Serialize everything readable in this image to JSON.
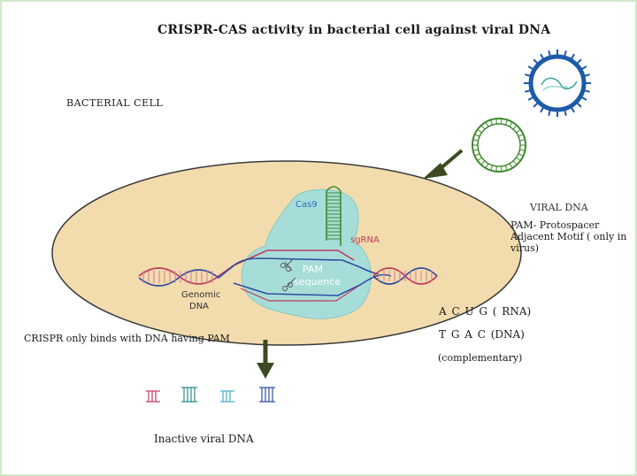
{
  "title": "CRISPR-CAS activity in bacterial cell against viral DNA",
  "labels": {
    "bacterial_cell": "BACTERIAL CELL",
    "viral_dna": "VIRAL DNA",
    "pam_definition": "PAM- Protospacer\nAdjacent Motif ( only in\nvirus)",
    "cas9": "Cas9",
    "sgrna": "sgRNA",
    "pam_sequence_line1": "PAM",
    "pam_sequence_line2": "sequence",
    "genomic_dna_line1": "Genomic",
    "genomic_dna_line2": "DNA",
    "crispr_note": "CRISPR only binds with DNA having PAM",
    "inactive_viral_dna": "Inactive viral DNA"
  },
  "sequences": {
    "rna": "A  C  U  G ( RNA)",
    "dna": "T  G  A  C (DNA)",
    "note": "(complementary)"
  },
  "colors": {
    "cell_fill": "#f2dcae",
    "cell_stroke": "#3a3a3a",
    "cas9_fill": "#a7ddd9",
    "dna_strand_blue": "#2f4ea0",
    "dna_strand_red": "#c0395a",
    "sgrna_green": "#3c8a2b",
    "virus_blue": "#1e5aa8",
    "arrow": "#3c4a22",
    "border": "#cfe9c9"
  },
  "icons": [
    "virus-icon",
    "viral-dna-circle-icon",
    "scissors-icon",
    "arrow-icon"
  ]
}
